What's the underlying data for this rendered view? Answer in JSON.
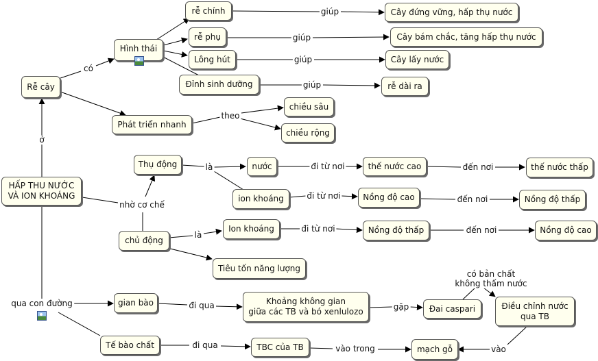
{
  "nodes": {
    "hap_thu": "HẤP THU NƯỚC\nVÀ ION KHOÁNG",
    "re_cay": "Rễ cây",
    "hinh_thai": "Hình thái",
    "re_chinh": "rễ chính",
    "re_phu": "rễ phụ",
    "long_hut": "Lông hút",
    "dinh_sinh_duong": "Đỉnh sinh dưỡng",
    "cay_dung_vung": "Cây đứng vững, hấp thụ nước",
    "cay_bam_chac": "Cây bám chắc, tăng hấp thụ nước",
    "cay_lay_nuoc": "Cây lấy nước",
    "re_dai_ra": "rễ dài ra",
    "phat_trien_nhanh": "Phát triển nhanh",
    "chieu_sau": "chiều sâu",
    "chieu_rong": "chiều rộng",
    "thu_dong": "Thụ động",
    "nuoc": "nước",
    "the_nuoc_cao": "thế nước cao",
    "the_nuoc_thap": "thế nước thấp",
    "ion_khoang_1": "ion khoáng",
    "nong_do_cao_1": "Nồng độ cao",
    "nong_do_thap_1": "Nồng độ thấp",
    "chu_dong": "chủ động",
    "ion_khoang_2": "Ion khoáng",
    "nong_do_thap_2": "Nồng độ thấp",
    "nong_do_cao_2": "Nồng độ cao",
    "tieu_ton": "Tiêu tốn năng lượng",
    "gian_bao": "gian bào",
    "khoang_khong_gian": "Khoảng không gian\ngiữa các TB và bó xenlulozo",
    "dai_caspari": "Đai caspari",
    "dieu_chinh_nuoc": "Điều chỉnh nước\nqua TB",
    "te_bao_chat": "Tế bào chất",
    "tbc_cua_tb": "TBC của TB",
    "mach_go": "mạch gỗ"
  },
  "labels": {
    "o": "ở",
    "co": "có",
    "giup_1": "giúp",
    "giup_2": "giúp",
    "giup_3": "giúp",
    "giup_4": "giúp",
    "theo": "theo",
    "nho_co_che": "nhờ cơ chế",
    "la_1": "là",
    "la_2": "là",
    "di_tu_noi_1": "đi từ nơi",
    "den_noi_1": "đến nơi",
    "di_tu_noi_2": "đi từ nơi",
    "den_noi_2": "đến nơi",
    "di_tu_noi_3": "đi từ nơi",
    "den_noi_3": "đến nơi",
    "qua_con_duong": "qua con đường",
    "di_qua_1": "đi qua",
    "di_qua_2": "đi qua",
    "gap": "gặp",
    "co_ban_chat": "có bản chất\nkhông thấm nước",
    "vao_trong": "vào trong",
    "vao": "vào"
  },
  "icons": [
    "image-icon",
    "image-icon"
  ],
  "colors": {
    "node_fill": "#ffffee",
    "node_border": "#555555",
    "line": "#000000"
  }
}
